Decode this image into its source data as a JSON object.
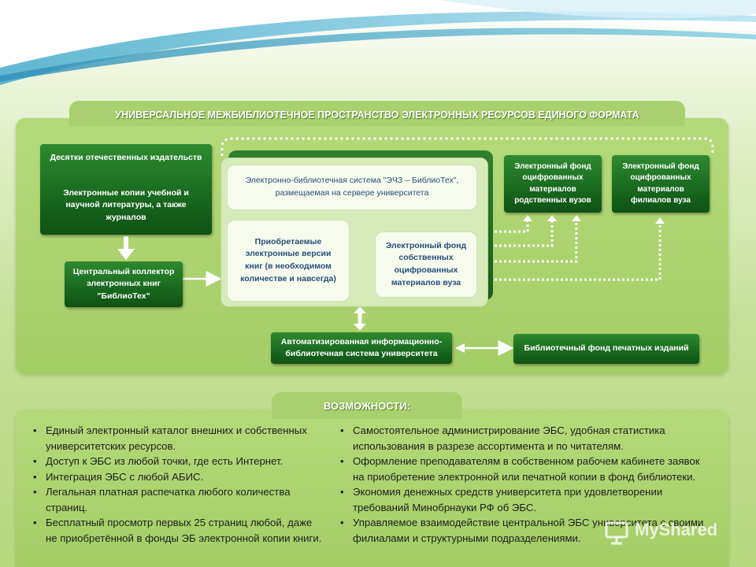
{
  "title": "УНИВЕРСАЛЬНОЕ МЕЖБИБЛИОТЕЧНОЕ ПРОСТРАНСТВО ЭЛЕКТРОННЫХ РЕСУРСОВ ЕДИНОГО ФОРМАТА",
  "diagram": {
    "publishers": {
      "top": "Десятки отечественных издательств",
      "bottom": "Электронные копии учебной и научной литературы, а также журналов"
    },
    "collector": "Центральный коллектор электронных книг \"БиблиоТех\"",
    "ebs_system": "Электронно-библиотечная система \"ЭЧЗ – БиблиоТех\", размещаемая на сервере университета",
    "purchased": "Приобретаемые электронные версии книг (в необходимом количестве и навсегда)",
    "own_fund": "Электронный фонд собственных оцифрованных материалов вуза",
    "related_fund": "Электронный фонд оцифрованных материалов родственных вузов",
    "branch_fund": "Электронный фонд оцифрованных материалов филиалов вуза",
    "abis": "Автоматизированная информационно-библиотечная система университета",
    "print_fund": "Библиотечный фонд печатных изданий"
  },
  "features": {
    "title": "ВОЗМОЖНОСТИ:",
    "left": [
      "Единый электронный каталог внешних и собственных университетских ресурсов.",
      "Доступ к ЭБС из любой точки, где есть Интернет.",
      "Интеграция ЭБС с любой АБИС.",
      "Легальная платная распечатка любого количества страниц.",
      "Бесплатный просмотр первых 25 страниц любой, даже не приобретённой в фонды ЭБ электронной копии книги."
    ],
    "right": [
      "Самостоятельное администрирование ЭБС, удобная статистика использования в разрезе ассортимента и по читателям.",
      "Оформление преподавателям в собственном рабочем кабинете заявок на приобретение электронной или печатной копии в фонд библиотеки.",
      "Экономия денежных средств университета при удовлетворении требований Минобрнауки РФ об ЭБС.",
      "Управляемое взаимодействие центральной ЭБС университета с своими филиалами и структурными подразделениями."
    ]
  },
  "watermark": "MyShared"
}
